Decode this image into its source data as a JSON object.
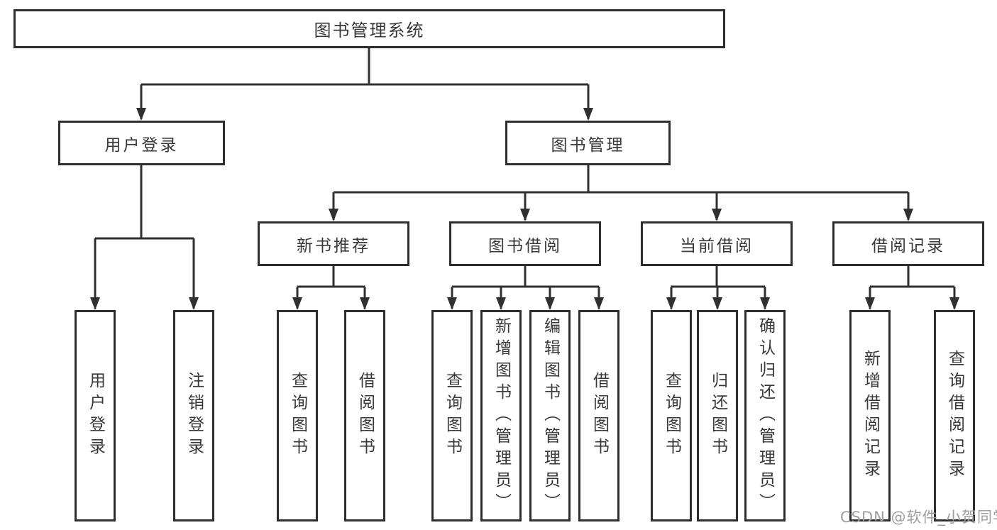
{
  "nodes": {
    "root": "图书管理系统",
    "user_login": "用户登录",
    "book_mgmt": "图书管理",
    "new_book_rec": "新书推荐",
    "book_borrow": "图书借阅",
    "current_borrow": "当前借阅",
    "borrow_records": "借阅记录",
    "leaf_user_login": "用户登录",
    "leaf_logout": "注销登录",
    "leaf_nb_query": "查询图书",
    "leaf_nb_borrow": "借阅图书",
    "leaf_bb_query": "查询图书",
    "leaf_bb_add": "新增图书（管理员）",
    "leaf_bb_edit": "编辑图书（管理员）",
    "leaf_bb_borrow": "借阅图书",
    "leaf_cb_query": "查询图书",
    "leaf_cb_return": "归还图书",
    "leaf_cb_confirm": "确认归还（管理员）",
    "leaf_br_add": "新增借阅记录",
    "leaf_br_query": "查询借阅记录"
  },
  "colors": {
    "line": "#303030",
    "border": "#2e2e2e",
    "text": "#383838",
    "watermark": "#9e9e9e"
  },
  "watermark": "CSDN @软件_小贺同学"
}
